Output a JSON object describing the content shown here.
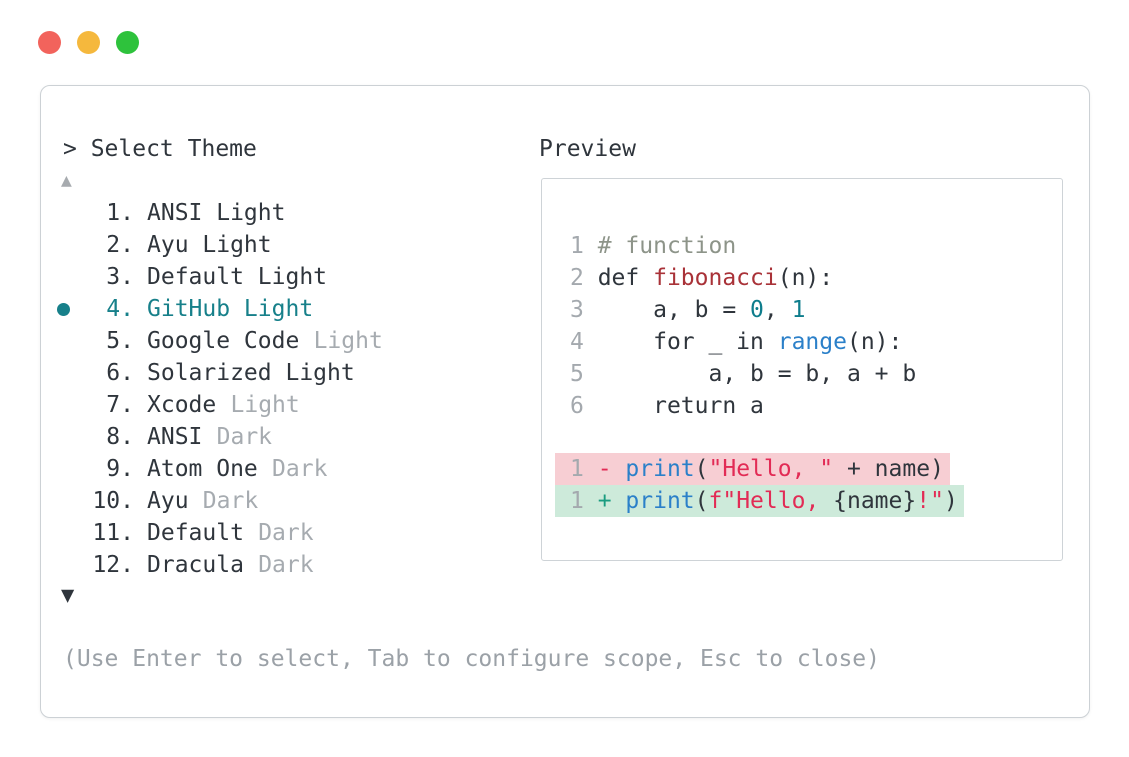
{
  "colors": {
    "accent_teal": "#17808A",
    "text_dark": "#2F353C",
    "text_muted": "#A6ABB0",
    "comment_green": "#8D9489",
    "function_red": "#A93238",
    "number_teal": "#0E7D8C",
    "builtin_blue": "#2B80C9",
    "string_crimson": "#E22B55",
    "diff_add_green": "#1A9C80",
    "diff_del_bg": "#F7CED3",
    "diff_ins_bg": "#CDEADA",
    "border_gray": "#CCD1D5",
    "traffic_red": "#F2635C",
    "traffic_yellow": "#F5B83D",
    "traffic_green": "#2EC23C"
  },
  "panel": {
    "prompt": "> Select Theme",
    "scroll_up": "▲",
    "scroll_down": "▼",
    "footer_hint": "(Use Enter to select, Tab to configure scope, Esc to close)",
    "themes": [
      {
        "num": "1.",
        "label": "ANSI Light",
        "suffix": ""
      },
      {
        "num": "2.",
        "label": "Ayu Light",
        "suffix": ""
      },
      {
        "num": "3.",
        "label": "Default Light",
        "suffix": ""
      },
      {
        "num": "4.",
        "label": "GitHub Light",
        "suffix": "",
        "selected": true
      },
      {
        "num": "5.",
        "label": "Google Code",
        "suffix": "Light"
      },
      {
        "num": "6.",
        "label": "Solarized Light",
        "suffix": ""
      },
      {
        "num": "7.",
        "label": "Xcode",
        "suffix": "Light"
      },
      {
        "num": "8.",
        "label": "ANSI",
        "suffix": "Dark"
      },
      {
        "num": "9.",
        "label": "Atom One",
        "suffix": "Dark"
      },
      {
        "num": "10.",
        "label": "Ayu",
        "suffix": "Dark"
      },
      {
        "num": "11.",
        "label": "Default",
        "suffix": "Dark"
      },
      {
        "num": "12.",
        "label": "Dracula",
        "suffix": "Dark"
      }
    ]
  },
  "preview": {
    "title": "Preview",
    "code": [
      {
        "num": "1",
        "t0": "# function"
      },
      {
        "num": "2",
        "t0": "def ",
        "t1": "fibonacci",
        "t2": "(n):"
      },
      {
        "num": "3",
        "t0": "    a, b = ",
        "t1": "0",
        "t2": ", ",
        "t3": "1"
      },
      {
        "num": "4",
        "t0": "    for _ in ",
        "t1": "range",
        "t2": "(n):"
      },
      {
        "num": "5",
        "t0": "        a, b = b, a + b"
      },
      {
        "num": "6",
        "t0": "    return a"
      }
    ],
    "diff": [
      {
        "num": "1",
        "sign": " - ",
        "t0": "print",
        "t1": "(",
        "t2": "\"Hello, \"",
        "t3": " + name)"
      },
      {
        "num": "1",
        "sign": " + ",
        "t0": "print",
        "t1": "(",
        "t2": "f\"Hello, ",
        "t3": "{name}",
        "t4": "!\"",
        "t5": ")"
      }
    ]
  }
}
